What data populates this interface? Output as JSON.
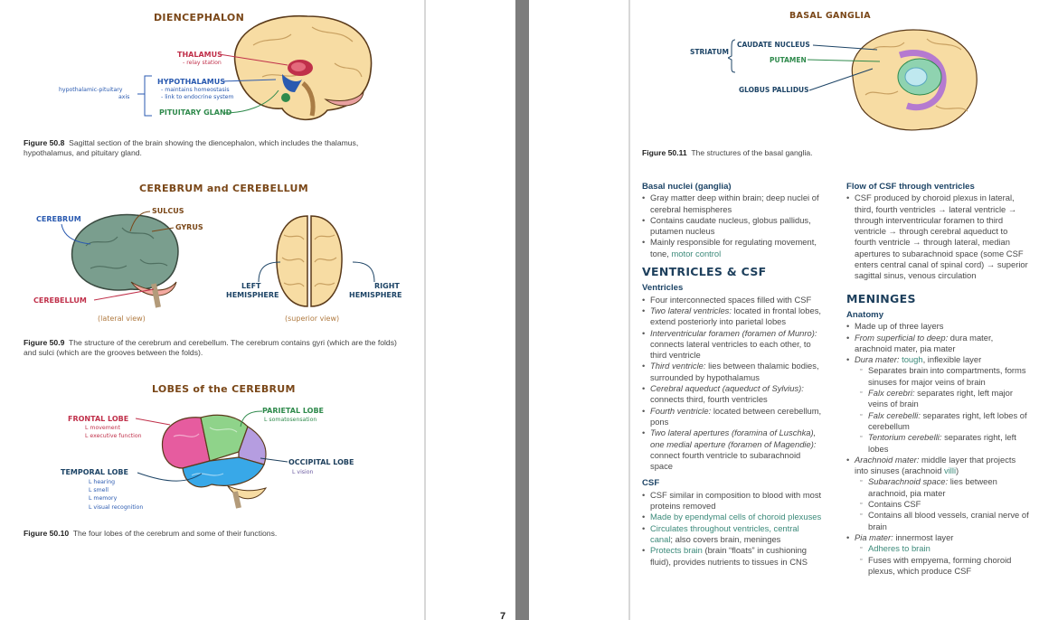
{
  "left": {
    "fig8": {
      "title": "DIENCEPHALON",
      "thalamus": "THALAMUS",
      "thalamus_sub": "- relay station",
      "hypothalamus": "HYPOTHALAMUS",
      "hypo_sub1": "- maintains homeostasis",
      "hypo_sub2": "- link to endocrine system",
      "pituitary": "PITUITARY GLAND",
      "axis_label1": "hypothalamic-pituitary",
      "axis_label2": "axis",
      "caption_num": "Figure 50.8",
      "caption_text": "Sagittal section of the brain showing the diencephalon, which includes the thalamus, hypothalamus, and pituitary gland."
    },
    "fig9": {
      "title": "CEREBRUM and CEREBELLUM",
      "cerebrum": "CEREBRUM",
      "sulcus": "SULCUS",
      "gyrus": "GYRUS",
      "cerebellum": "CEREBELLUM",
      "left_hem1": "LEFT",
      "left_hem2": "HEMISPHERE",
      "right_hem1": "RIGHT",
      "right_hem2": "HEMISPHERE",
      "lateral_view": "(lateral view)",
      "superior_view": "(superior view)",
      "caption_num": "Figure 50.9",
      "caption_text": "The structure of the cerebrum and cerebellum. The cerebrum contains gyri (which are the folds) and sulci (which are the grooves between the folds)."
    },
    "fig10": {
      "title": "LOBES of the CEREBRUM",
      "frontal": "FRONTAL LOBE",
      "frontal_sub1": "L movement",
      "frontal_sub2": "L executive function",
      "parietal": "PARIETAL LOBE",
      "parietal_sub": "L somatosensation",
      "occipital": "OCCIPITAL LOBE",
      "occipital_sub": "L vision",
      "temporal": "TEMPORAL LOBE",
      "temporal_sub1": "L hearing",
      "temporal_sub2": "L smell",
      "temporal_sub3": "L memory",
      "temporal_sub4": "L visual recognition",
      "caption_num": "Figure 50.10",
      "caption_text": "The four lobes of the cerebrum and some of their functions."
    },
    "page_number": "7"
  },
  "right": {
    "fig11": {
      "title": "BASAL GANGLIA",
      "striatum": "STRIATUM",
      "caudate": "CAUDATE NUCLEUS",
      "putamen": "PUTAMEN",
      "globus": "GLOBUS PALLIDUS",
      "caption_num": "Figure 50.11",
      "caption_text": "The structures of the basal ganglia."
    },
    "col1": {
      "basal_h": "Basal nuclei (ganglia)",
      "basal_1": "Gray matter deep within brain; deep nuclei of cerebral hemispheres",
      "basal_2": "Contains caudate nucleus, globus pallidus, putamen nucleus",
      "basal_3a": "Mainly responsible for regulating movement, tone, ",
      "basal_3b": "motor control",
      "vent_title": "VENTRICLES & CSF",
      "vent_h": "Ventricles",
      "v1": "Four interconnected spaces filled with CSF",
      "v2a": "Two lateral ventricles:",
      "v2b": " located in frontal lobes, extend posteriorly into parietal lobes",
      "v3a": "Interventricular foramen (foramen of Munro):",
      "v3b": " connects lateral ventricles to each other, to third ventricle",
      "v4a": "Third ventricle:",
      "v4b": " lies between thalamic bodies, surrounded by hypothalamus",
      "v5a": "Cerebral aqueduct (aqueduct of Sylvius):",
      "v5b": " connects third, fourth ventricles",
      "v6a": "Fourth ventricle:",
      "v6b": " located between cerebellum, pons",
      "v7a": "Two lateral apertures (foramina of Luschka), one medial aperture (foramen of Magendie):",
      "v7b": " connect fourth ventricle to subarachnoid space",
      "csf_h": "CSF",
      "c1": "CSF similar in composition to blood with most proteins removed",
      "c2": "Made by ependymal cells of choroid plexuses",
      "c3a": "Circulates throughout ventricles, central canal",
      "c3b": "; also covers brain, meninges",
      "c4a": "Protects brain",
      "c4b": " (brain “floats” in cushioning fluid), provides nutrients to tissues in CNS"
    },
    "col2": {
      "flow_h": "Flow of CSF through ventricles",
      "flow_1": "CSF produced by choroid plexus in lateral, third, fourth ventricles → lateral ventricle → through interventricular foramen to third ventricle → through cerebral aqueduct to fourth ventricle → through lateral, median apertures to subarachnoid space (some CSF enters central canal of spinal cord) → superior sagittal sinus, venous circulation",
      "men_title": "MENINGES",
      "anat_h": "Anatomy",
      "m1": "Made up of three layers",
      "m2a": "From superficial to deep:",
      "m2b": " dura mater, arachnoid mater, pia mater",
      "m3a": "Dura mater: ",
      "m3b": "tough",
      "m3c": ", inflexible layer",
      "m3s1": "Separates brain into compartments, forms sinuses for major veins of brain",
      "m3s2a": "Falx cerebri:",
      "m3s2b": " separates right, left major veins of brain",
      "m3s3a": "Falx cerebelli:",
      "m3s3b": " separates right, left lobes of cerebellum",
      "m3s4a": "Tentorium cerebelli:",
      "m3s4b": " separates right, left lobes",
      "m4a": "Arachnoid mater:",
      "m4b": " middle layer that projects into sinuses (arachnoid ",
      "m4c": "villi",
      "m4d": ")",
      "m4s1a": "Subarachnoid space:",
      "m4s1b": " lies between arachnoid, pia mater",
      "m4s2": "Contains CSF",
      "m4s3": "Contains all blood vessels, cranial nerve of brain",
      "m5a": "Pia mater:",
      "m5b": " innermost layer",
      "m5s1": "Adheres to brain",
      "m5s2": "Fuses with empyema, forming choroid plexus, which produce CSF"
    }
  },
  "colors": {
    "heading": "#7a4718",
    "subhead": "#1d4466",
    "teal_text": "#3c8a7a",
    "thalamus": "#c0304a",
    "hypothalamus": "#2a5ab0",
    "pituitary": "#2f8a4c",
    "frontal": "#e65c9f",
    "parietal": "#8fd38a",
    "occipital": "#b59de0",
    "temporal": "#38a8e8"
  }
}
